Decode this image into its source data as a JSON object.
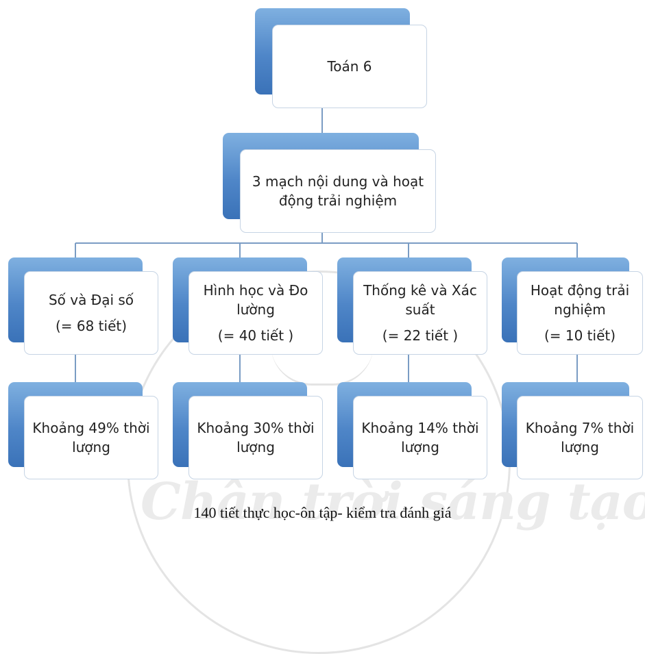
{
  "root": {
    "title": "Toán 6"
  },
  "level2": {
    "title": "3 mạch nội dung và hoạt động trải nghiệm"
  },
  "strands": [
    {
      "name": "Số và Đại số",
      "hours": "(= 68 tiết)",
      "share": "Khoảng 49% thời lượng"
    },
    {
      "name": "Hình học và Đo lường",
      "hours": "(= 40 tiết )",
      "share": "Khoảng 30% thời lượng"
    },
    {
      "name": "Thống kê và Xác suất",
      "hours": "(= 22 tiết )",
      "share": "Khoảng 14% thời lượng"
    },
    {
      "name": "Hoạt động trải nghiệm",
      "hours": "(= 10 tiết)",
      "share": "Khoảng 7% thời lượng"
    }
  ],
  "caption": "140 tiết thực học-ôn tập- kiểm tra đánh giá",
  "watermark": "Chân trời sáng tạo",
  "colors": {
    "accent": "#4f86c8",
    "box_border": "#c6d4e4",
    "line": "#7a9cc4"
  }
}
